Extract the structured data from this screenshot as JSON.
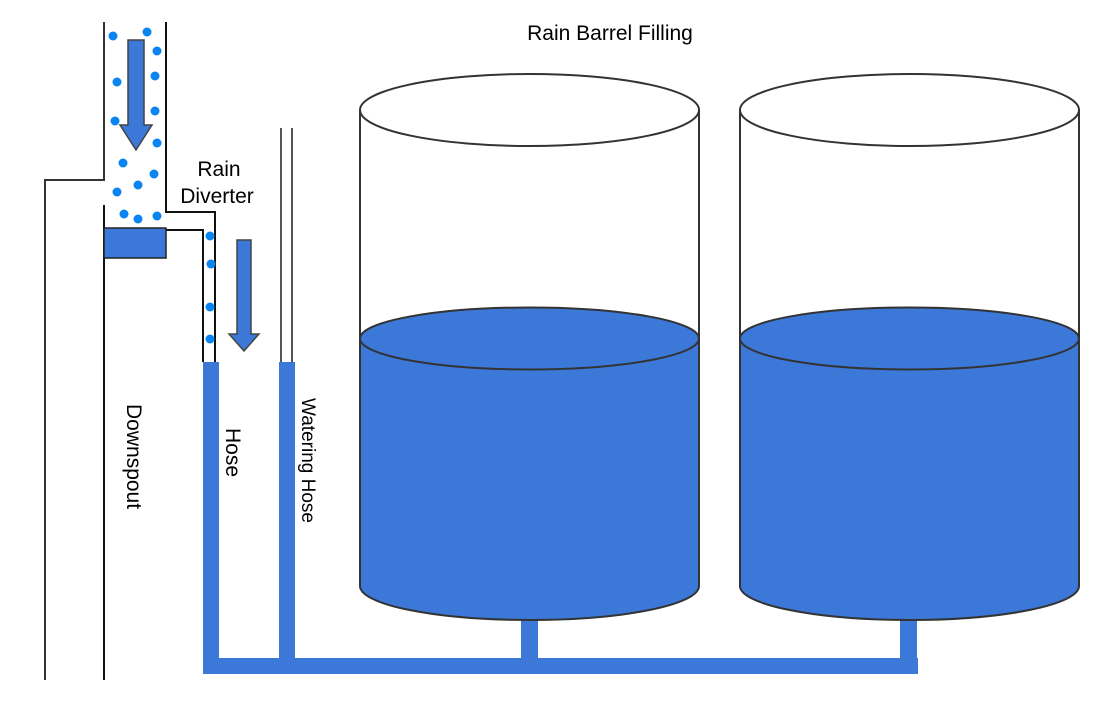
{
  "title": "Rain Barrel Filling",
  "labels": {
    "rain_diverter_line1": "Rain",
    "rain_diverter_line2": "Diverter",
    "downspout": "Downspout",
    "hose": "Hose",
    "watering_hose": "Watering Hose"
  },
  "colors": {
    "water": "#3b78d8",
    "raindrop": "#0a84f0",
    "outline": "#333333"
  },
  "barrels": [
    {
      "name": "barrel-1",
      "fill_level": 0.52
    },
    {
      "name": "barrel-2",
      "fill_level": 0.52
    }
  ],
  "icons": {
    "downspout_arrow": "arrow-down",
    "hose_arrow": "arrow-down"
  }
}
